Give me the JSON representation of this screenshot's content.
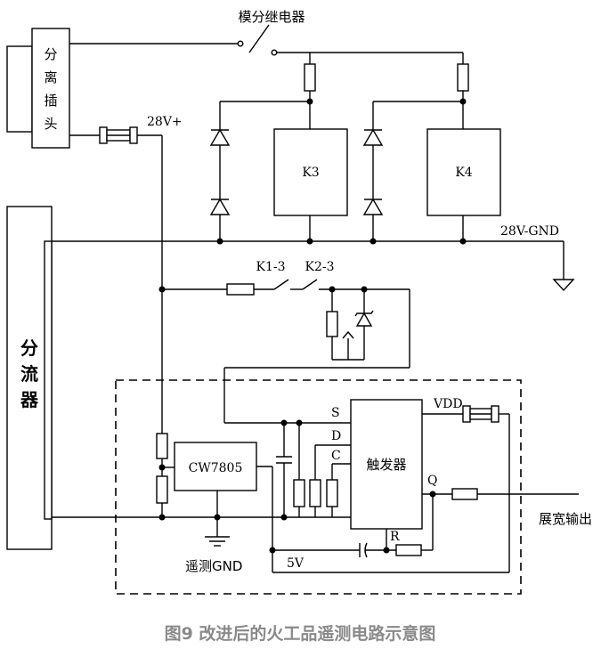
{
  "labels": {
    "relay": "模分继电器",
    "plug_1": "分",
    "plug_2": "离",
    "plug_3": "插",
    "plug_4": "头",
    "v28p": "28V+",
    "k3": "K3",
    "k4": "K4",
    "gnd28": "28V-GND",
    "k13": "K1-3",
    "k23": "K2-3",
    "shunt_1": "分",
    "shunt_2": "流",
    "shunt_3": "器",
    "cw7805": "CW7805",
    "pin_s": "S",
    "pin_d": "D",
    "pin_c": "C",
    "trigger": "触发器",
    "vdd": "VDD",
    "pin_q": "Q",
    "pin_r": "R",
    "v5": "5V",
    "tgnd": "遥测GND",
    "output": "展宽输出"
  },
  "caption": "图9 改进后的火工品遥测电路示意图"
}
